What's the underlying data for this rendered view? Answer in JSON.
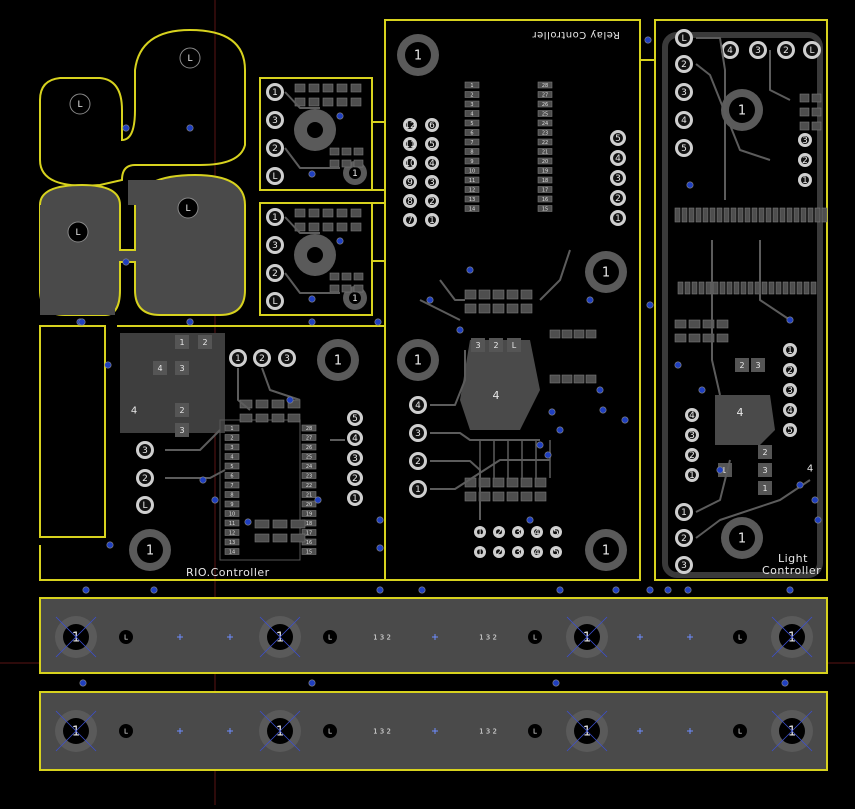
{
  "canvas": {
    "background": "#000000",
    "edge_cut_color": "#d7d21e",
    "copper_fill": "#4a4a4a",
    "copper_fill_dark": "#3a3a3a",
    "pad_color": "#d9d9d9",
    "track_color": "#5f5f5f",
    "via_color": "#1f3fbf",
    "origin_marker_color": "#7a1f1f"
  },
  "boards": {
    "io_controller": {
      "title": "RIO.Controller"
    },
    "relay_controller": {
      "title": "Relay Controller"
    },
    "light_controller": {
      "title_line1": "Light",
      "title_line2": "Controller"
    }
  },
  "pad_labels": {
    "one": "1",
    "two": "2",
    "three": "3",
    "four": "4",
    "five": "5",
    "l": "L"
  },
  "io_header_numbers": [
    "28",
    "27",
    "26",
    "25",
    "24",
    "23",
    "22",
    "21",
    "20",
    "19",
    "18",
    "17",
    "16",
    "15"
  ],
  "io_header_numbers_left": [
    "1",
    "2",
    "3",
    "4",
    "5",
    "6",
    "7",
    "8",
    "9",
    "10",
    "11",
    "12",
    "13",
    "14"
  ],
  "relay_header_left": [
    "1",
    "2",
    "3",
    "4",
    "5",
    "6",
    "7",
    "8",
    "9",
    "10",
    "11",
    "12",
    "13",
    "14"
  ],
  "relay_header_right": [
    "28",
    "27",
    "26",
    "25",
    "24",
    "23",
    "22",
    "21",
    "20",
    "19",
    "18",
    "17",
    "16",
    "15"
  ],
  "relay_side_pins": [
    "12",
    "11",
    "10",
    "9",
    "8",
    "7"
  ],
  "relay_side_pins2": [
    "6",
    "5",
    "4",
    "3",
    "2",
    "1"
  ],
  "strip_labels": {
    "top": [
      "1",
      "L",
      "1",
      "1 3 2",
      "1 3 2",
      "L",
      "1",
      "L",
      "1"
    ],
    "bottom": [
      "1",
      "L",
      "1",
      "1 3 2",
      "1 3 2",
      "L",
      "1",
      "L",
      "1"
    ]
  }
}
